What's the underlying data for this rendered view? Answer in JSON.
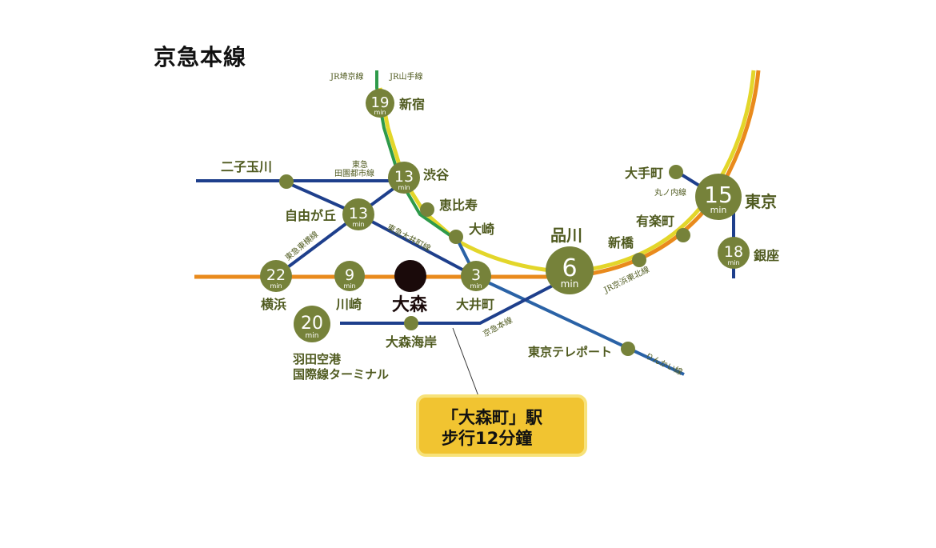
{
  "title": "京急本線",
  "colors": {
    "circle": "#76823a",
    "keikyu": "#e98a1c",
    "yamanote": "#e3d62a",
    "saikyo": "#2e9a4a",
    "tokyu": "#1e3f8c",
    "rinkai": "#2a62a6",
    "omori": "#1a0a0a",
    "callout": "#f1c431"
  },
  "lines": {
    "jr_saikyo": "JR埼京線",
    "jr_yamanote": "JR山手線",
    "tokyu_denentoshi": "東急\n田園都市線",
    "tokyu_oimachi": "東急大井町線",
    "tokyu_toyoko": "東急東横線",
    "keikyu": "京急本線",
    "rinkai": "りんかい線",
    "marunouchi": "丸ノ内線",
    "jr_keihin_tohoku": "JR京浜東北線"
  },
  "unit": "min",
  "stations": {
    "shinjuku": {
      "name": "新宿",
      "min": "19"
    },
    "shibuya": {
      "name": "渋谷",
      "min": "13"
    },
    "ebisu": {
      "name": "恵比寿"
    },
    "osaki": {
      "name": "大崎"
    },
    "futakotamagawa": {
      "name": "二子玉川"
    },
    "jiyugaoka": {
      "name": "自由が丘",
      "min": "13"
    },
    "yokohama": {
      "name": "横浜",
      "min": "22"
    },
    "kawasaki": {
      "name": "川崎",
      "min": "9"
    },
    "omori": {
      "name": "大森"
    },
    "oimachi": {
      "name": "大井町",
      "min": "3"
    },
    "shinagawa": {
      "name": "品川",
      "min": "6"
    },
    "haneda": {
      "name_line1": "羽田空港",
      "name_line2": "国際線ターミナル",
      "min": "20"
    },
    "omorikaigan": {
      "name": "大森海岸"
    },
    "tokyo_teleport": {
      "name": "東京テレポート"
    },
    "shimbashi": {
      "name": "新橋"
    },
    "yurakucho": {
      "name": "有楽町"
    },
    "otemachi": {
      "name": "大手町"
    },
    "tokyo": {
      "name": "東京",
      "min": "15"
    },
    "ginza": {
      "name": "銀座",
      "min": "18"
    }
  },
  "callout": {
    "line1": "「大森町」駅",
    "line2": "步行12分鐘"
  }
}
